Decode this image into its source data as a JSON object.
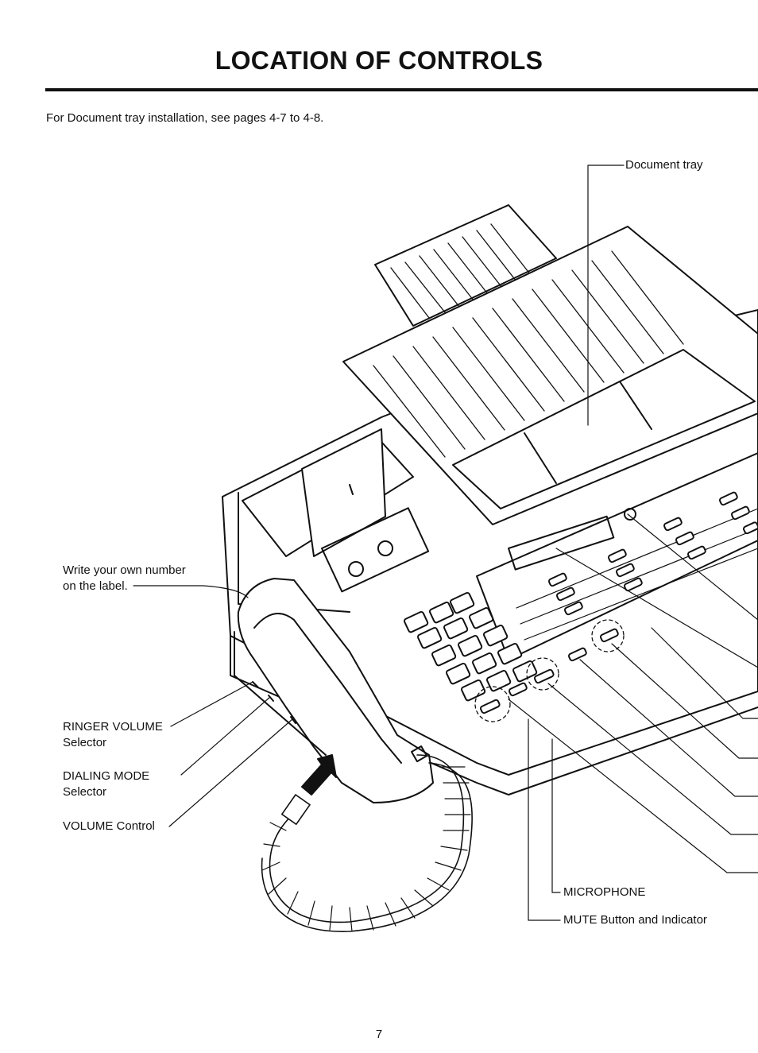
{
  "title": "LOCATION OF CONTROLS",
  "intro": "For Document tray installation, see pages 4-7 to 4-8.",
  "callouts": {
    "document_tray": "Document tray",
    "own_number_line1": "Write your own number",
    "own_number_line2": "on the label.",
    "ringer_volume_line1": "RINGER VOLUME",
    "ringer_volume_line2": "Selector",
    "dialing_mode_line1": "DIALING MODE",
    "dialing_mode_line2": "Selector",
    "volume_control": "VOLUME Control",
    "microphone": "MICROPHONE",
    "mute_button": "MUTE Button and Indicator"
  },
  "page_number": "7"
}
